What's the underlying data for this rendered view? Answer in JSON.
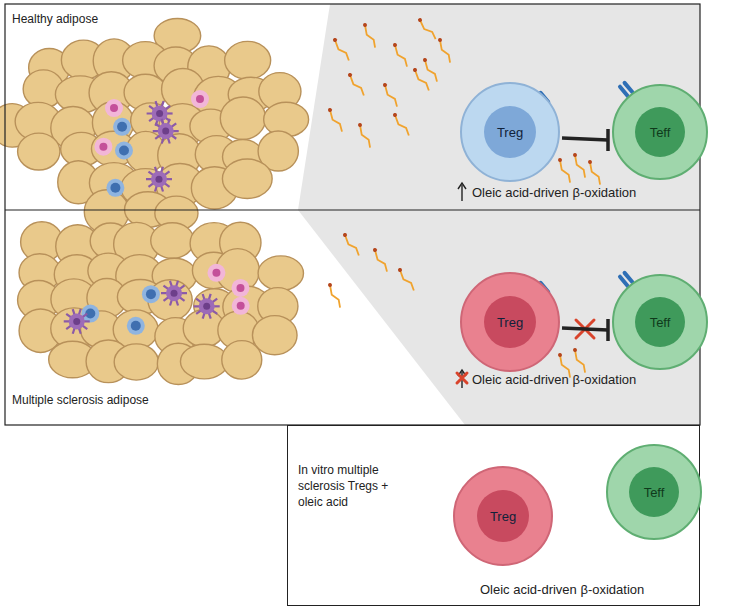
{
  "diagram": {
    "nodes": [
      {
        "text": [
          "Treg"
        ]
      },
      {
        "text": [
          "Teff"
        ]
      },
      {
        "text": [
          "Treg"
        ]
      },
      {
        "text": [
          "Teff"
        ]
      },
      {
        "text": [
          "In vitro multiple sclerosis Tregs + oleic acid"
        ]
      },
      {
        "text": [
          "Treg"
        ],
        "in": 4
      },
      {
        "text": [
          "Teff"
        ],
        "in": 4
      }
    ],
    "edges": [
      {
        "from": 0,
        "to": 1,
        "arrow": "to"
      },
      {
        "from": 2,
        "to": 3,
        "arrow": "to"
      },
      {
        "from": 5,
        "to": 6,
        "arrow": "to"
      }
    ],
    "labels": [
      "Healthy adipose",
      "Multiple sclerosis adipose",
      "Oleic acid-driven β-oxidation",
      "Oleic acid-driven β-oxidation",
      "Oleic acid-driven β-oxidation"
    ]
  }
}
